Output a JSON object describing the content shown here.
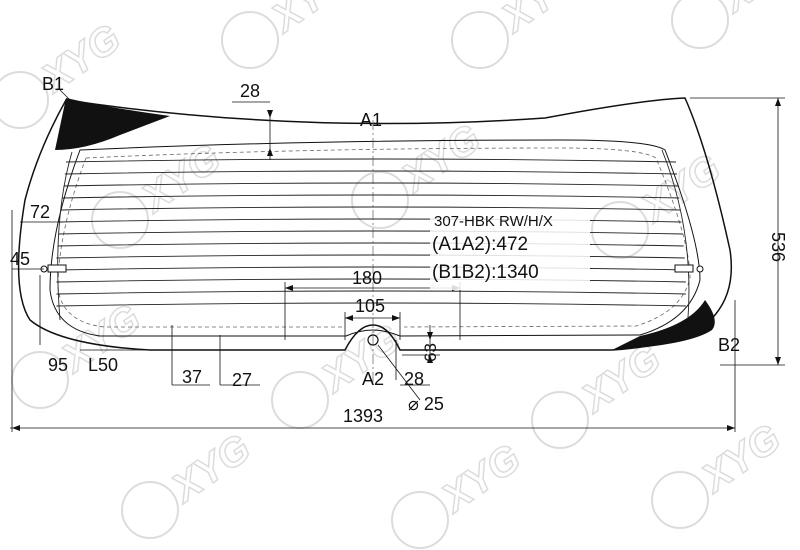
{
  "labels": {
    "b1": "B1",
    "a1": "A1",
    "b2": "B2",
    "a2": "A2",
    "top_gap": "28",
    "left_72": "72",
    "left_45": "45",
    "left_95": "95",
    "l50": "L50",
    "dim_180": "180",
    "dim_105": "105",
    "dim_63": "63",
    "dim_28b": "28",
    "dim_37": "37",
    "dim_27": "27",
    "dia_25": "⌀ 25",
    "height": "536",
    "width": "1393"
  },
  "info": {
    "code": "307-HBK RW/H/X",
    "a1a2": "(A1A2):472",
    "b1b2": "(B1B2):1340"
  },
  "colors": {
    "line": "#111111",
    "watermark": "#d9d9d9",
    "fill_dark": "#111111"
  },
  "watermark": "XYG"
}
